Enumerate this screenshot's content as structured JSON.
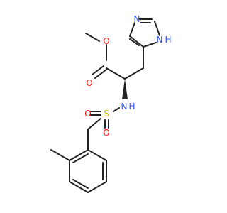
{
  "molecule": {
    "atom_labels": {
      "ester_methoxy_o": "O",
      "carbonyl_o": "O",
      "amide_n": "N",
      "amide_h": "H",
      "sulfur": "S",
      "sulfonyl_o_left": "O",
      "sulfonyl_o_right": "O",
      "imidazole_n": "N",
      "imidazole_nh_n": "N",
      "imidazole_nh_h": "H"
    },
    "colors": {
      "carbon": "#222222",
      "oxygen": "#ff0d0d",
      "nitrogen": "#3050f8",
      "sulfur": "#c8b400"
    }
  }
}
